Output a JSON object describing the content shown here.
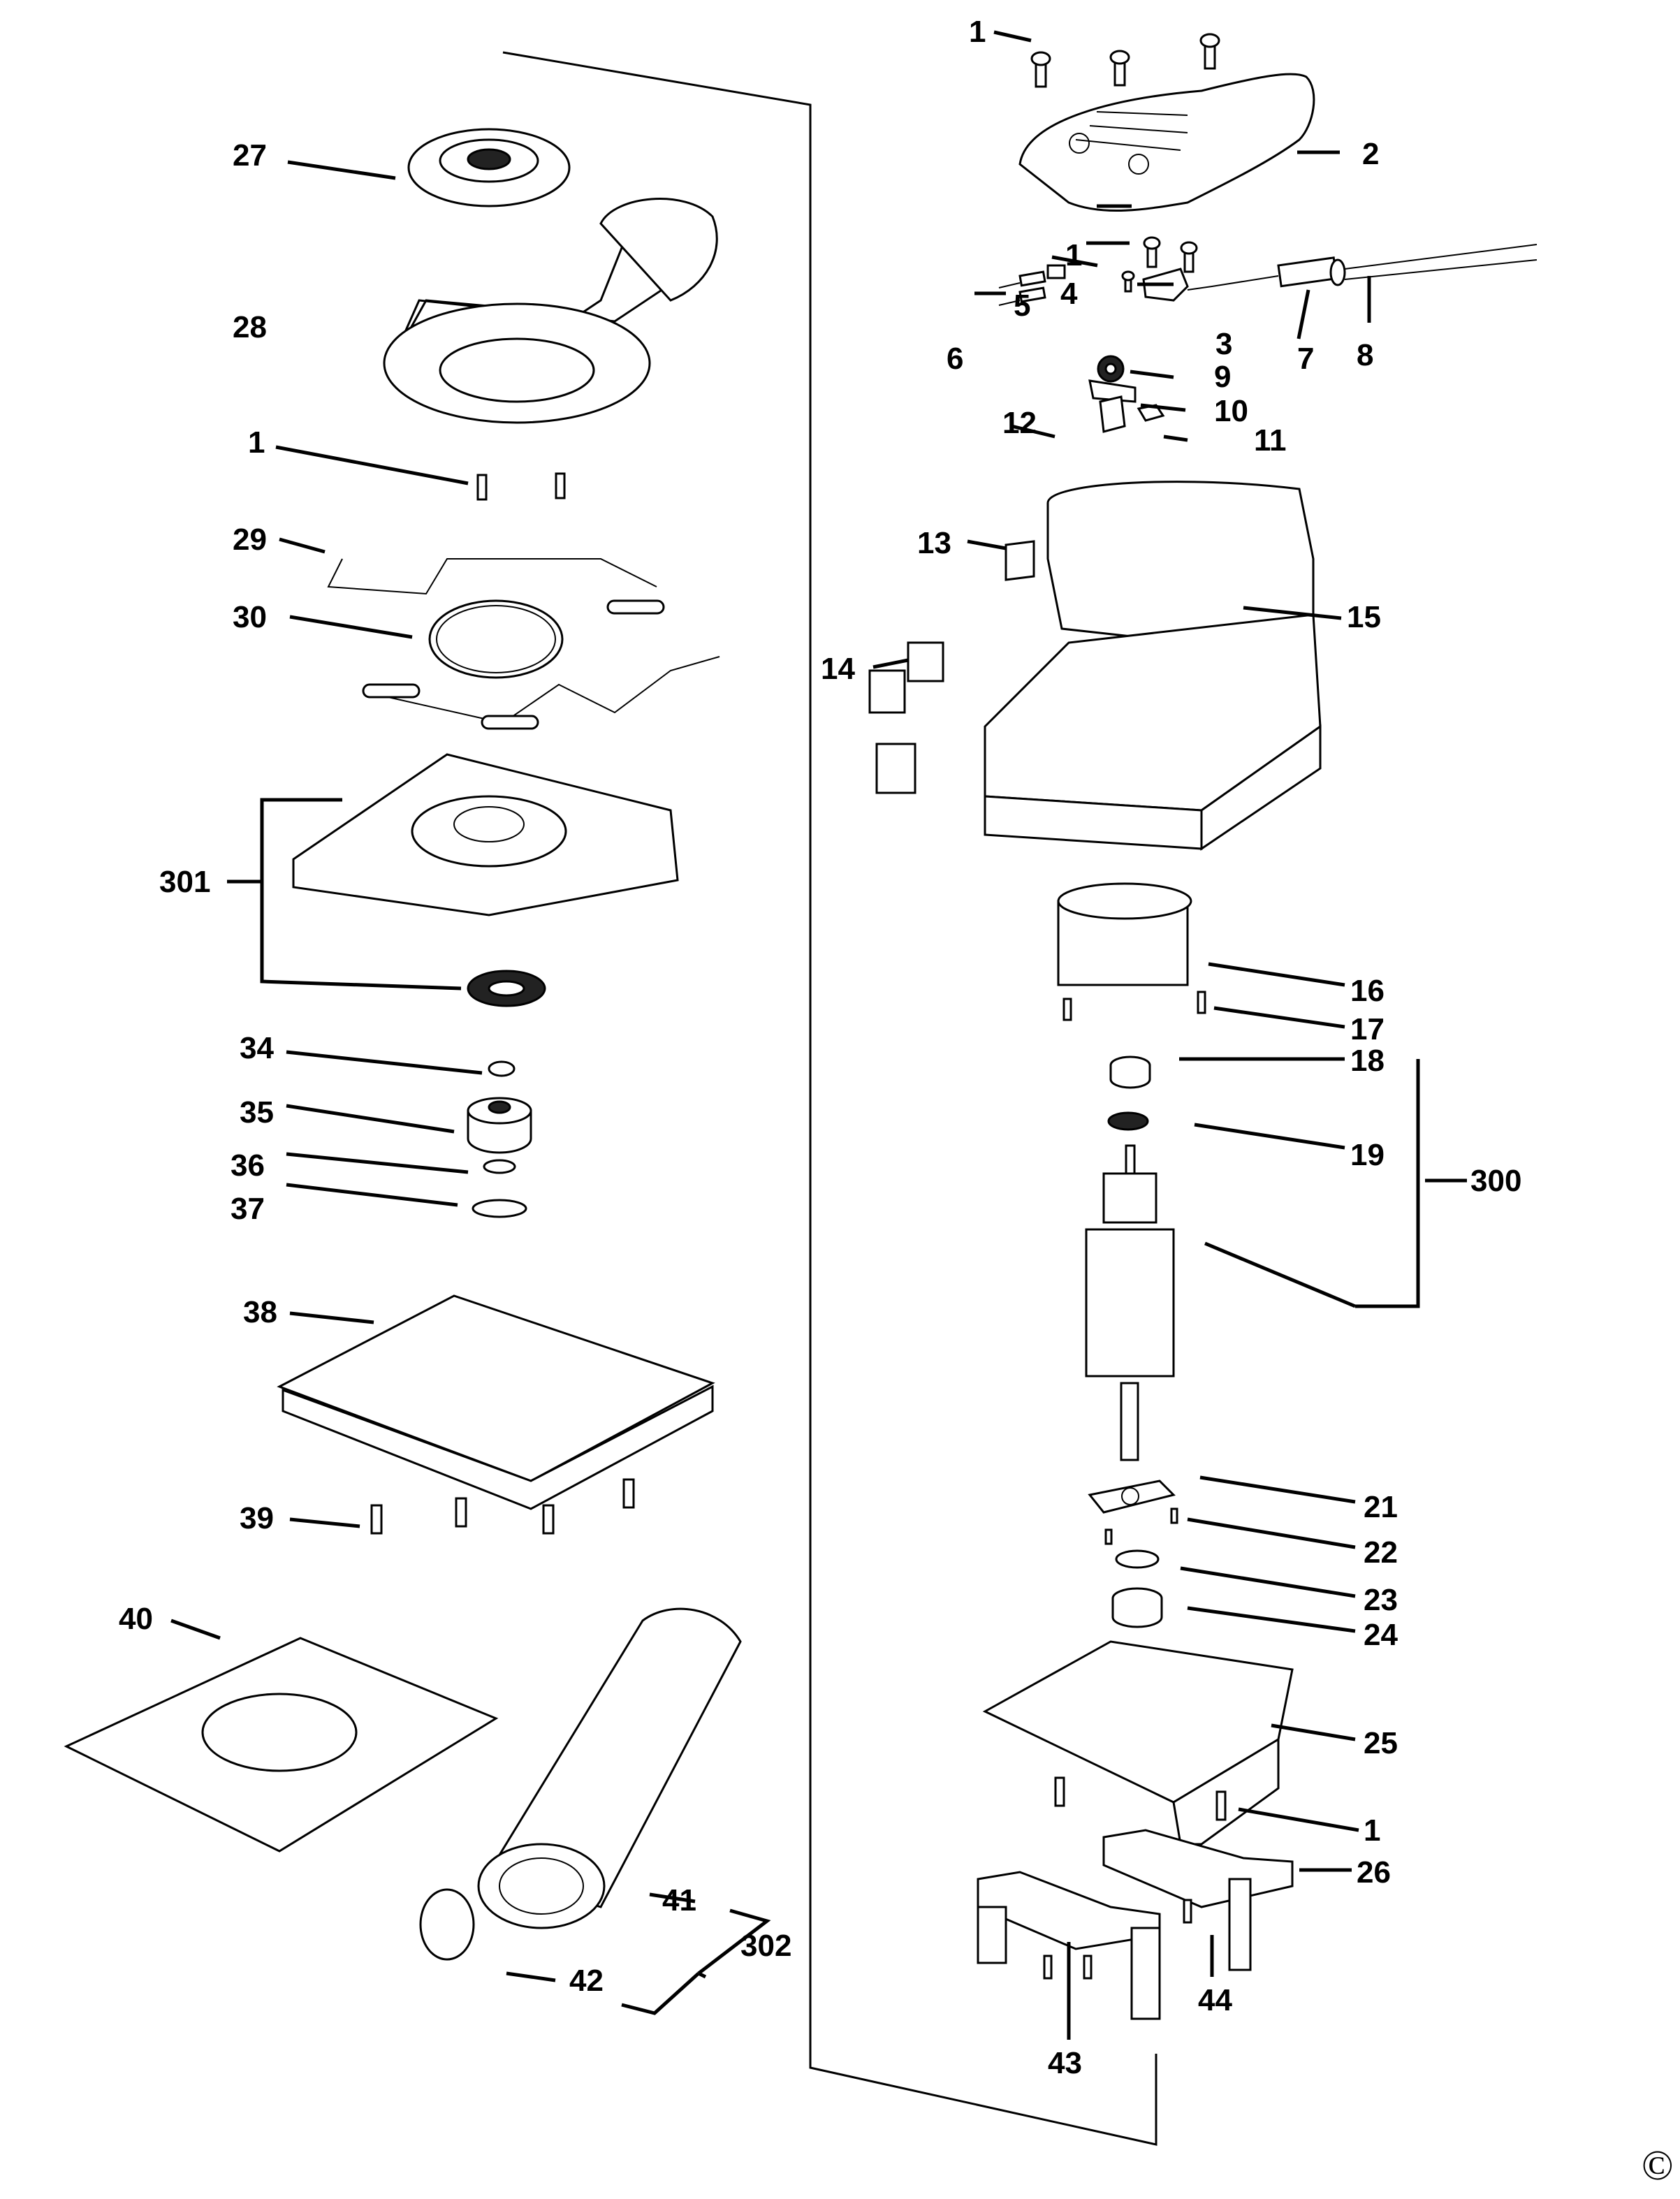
{
  "diagram": {
    "title": "Exploded parts diagram — palm sander",
    "copyright_symbol": "©",
    "callouts": [
      {
        "id": "c1a",
        "label": "1"
      },
      {
        "id": "c2",
        "label": "2"
      },
      {
        "id": "c1b",
        "label": "1"
      },
      {
        "id": "c4",
        "label": "4"
      },
      {
        "id": "c5",
        "label": "5"
      },
      {
        "id": "c3",
        "label": "3"
      },
      {
        "id": "c6",
        "label": "6"
      },
      {
        "id": "c7",
        "label": "7"
      },
      {
        "id": "c8",
        "label": "8"
      },
      {
        "id": "c9",
        "label": "9"
      },
      {
        "id": "c10",
        "label": "10"
      },
      {
        "id": "c11",
        "label": "11"
      },
      {
        "id": "c12",
        "label": "12"
      },
      {
        "id": "c13",
        "label": "13"
      },
      {
        "id": "c14",
        "label": "14"
      },
      {
        "id": "c15",
        "label": "15"
      },
      {
        "id": "c16",
        "label": "16"
      },
      {
        "id": "c17",
        "label": "17"
      },
      {
        "id": "c18",
        "label": "18"
      },
      {
        "id": "c19",
        "label": "19"
      },
      {
        "id": "c300",
        "label": "300"
      },
      {
        "id": "c21",
        "label": "21"
      },
      {
        "id": "c22",
        "label": "22"
      },
      {
        "id": "c23",
        "label": "23"
      },
      {
        "id": "c24",
        "label": "24"
      },
      {
        "id": "c25",
        "label": "25"
      },
      {
        "id": "c1c",
        "label": "1"
      },
      {
        "id": "c26",
        "label": "26"
      },
      {
        "id": "c44",
        "label": "44"
      },
      {
        "id": "c43",
        "label": "43"
      },
      {
        "id": "c27",
        "label": "27"
      },
      {
        "id": "c28",
        "label": "28"
      },
      {
        "id": "c1d",
        "label": "1"
      },
      {
        "id": "c29",
        "label": "29"
      },
      {
        "id": "c30",
        "label": "30"
      },
      {
        "id": "c301",
        "label": "301"
      },
      {
        "id": "c34",
        "label": "34"
      },
      {
        "id": "c35",
        "label": "35"
      },
      {
        "id": "c36",
        "label": "36"
      },
      {
        "id": "c37",
        "label": "37"
      },
      {
        "id": "c38",
        "label": "38"
      },
      {
        "id": "c39",
        "label": "39"
      },
      {
        "id": "c40",
        "label": "40"
      },
      {
        "id": "c41",
        "label": "41"
      },
      {
        "id": "c42",
        "label": "42"
      },
      {
        "id": "c302",
        "label": "302"
      }
    ]
  }
}
